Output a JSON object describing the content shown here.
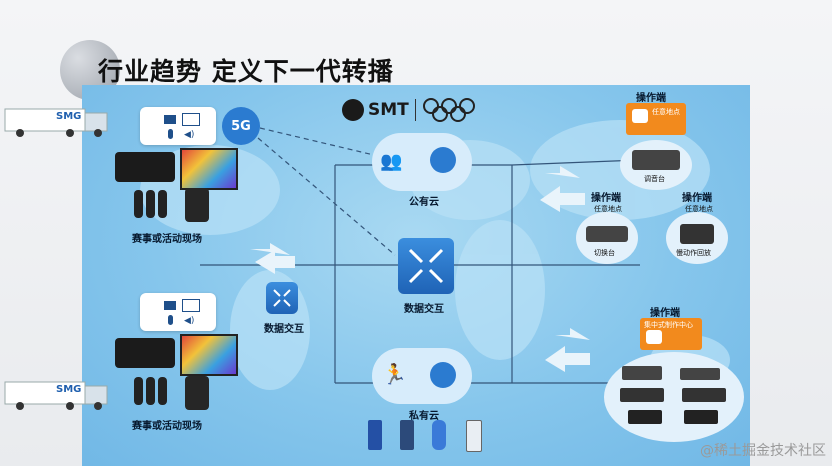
{
  "header": {
    "title": "行业趋势 定义下一代转播"
  },
  "brand": {
    "logo_text": "SMT"
  },
  "nodes": {
    "badge_5g": "5G",
    "public_cloud": "公有云",
    "data_exchange_center": "数据交互",
    "data_exchange_left": "数据交互",
    "private_cloud": "私有云",
    "event_site_top": "赛事或活动现场",
    "event_site_bottom": "赛事或活动现场"
  },
  "trucks": {
    "top_label": "SMG",
    "bottom_label": "SMG"
  },
  "operators": {
    "top": {
      "title": "操作端",
      "sub": "任意地点",
      "caption": "调音台"
    },
    "mid_left": {
      "title": "操作端",
      "sub": "任意地点",
      "caption": "切换台"
    },
    "mid_right": {
      "title": "操作端",
      "sub": "任意地点",
      "caption": "慢动作回放"
    },
    "bottom": {
      "title": "操作端",
      "sub": "集中式制作中心"
    }
  },
  "watermark": "@稀土掘金技术社区",
  "colors": {
    "panel": "#86c6ec",
    "accent_blue": "#2b7bd0",
    "accent_orange": "#f28a1d"
  }
}
